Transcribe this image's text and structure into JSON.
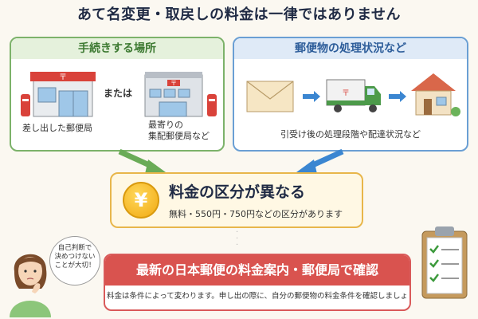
{
  "title": "あて名変更・取戻しの料金は一律ではありません",
  "left_panel": {
    "heading": "手続きする場所",
    "or_text": "または",
    "place1": "差し出した郵便局",
    "place2_line1": "最寄りの",
    "place2_line2": "集配郵便局など"
  },
  "right_panel": {
    "heading": "郵便物の処理状況など",
    "caption": "引受け後の処理段階や配達状況など"
  },
  "result": {
    "symbol": "¥",
    "title": "料金の区分が異なる",
    "subtitle": "無料・550円・750円などの区分があります"
  },
  "banner": {
    "heading": "最新の日本郵便の料金案内・郵便局で確認",
    "note": "料金は条件によって変わります。申し出の際に、自分の郵便物の料金条件を確認しましょう。"
  },
  "bubble": {
    "line1": "自己判断で",
    "line2": "決めつけない",
    "line3": "ことが大切！"
  },
  "colors": {
    "green": "#7cb26a",
    "blue": "#6a9fd4",
    "gold": "#e8b64a",
    "red": "#d9534f"
  }
}
